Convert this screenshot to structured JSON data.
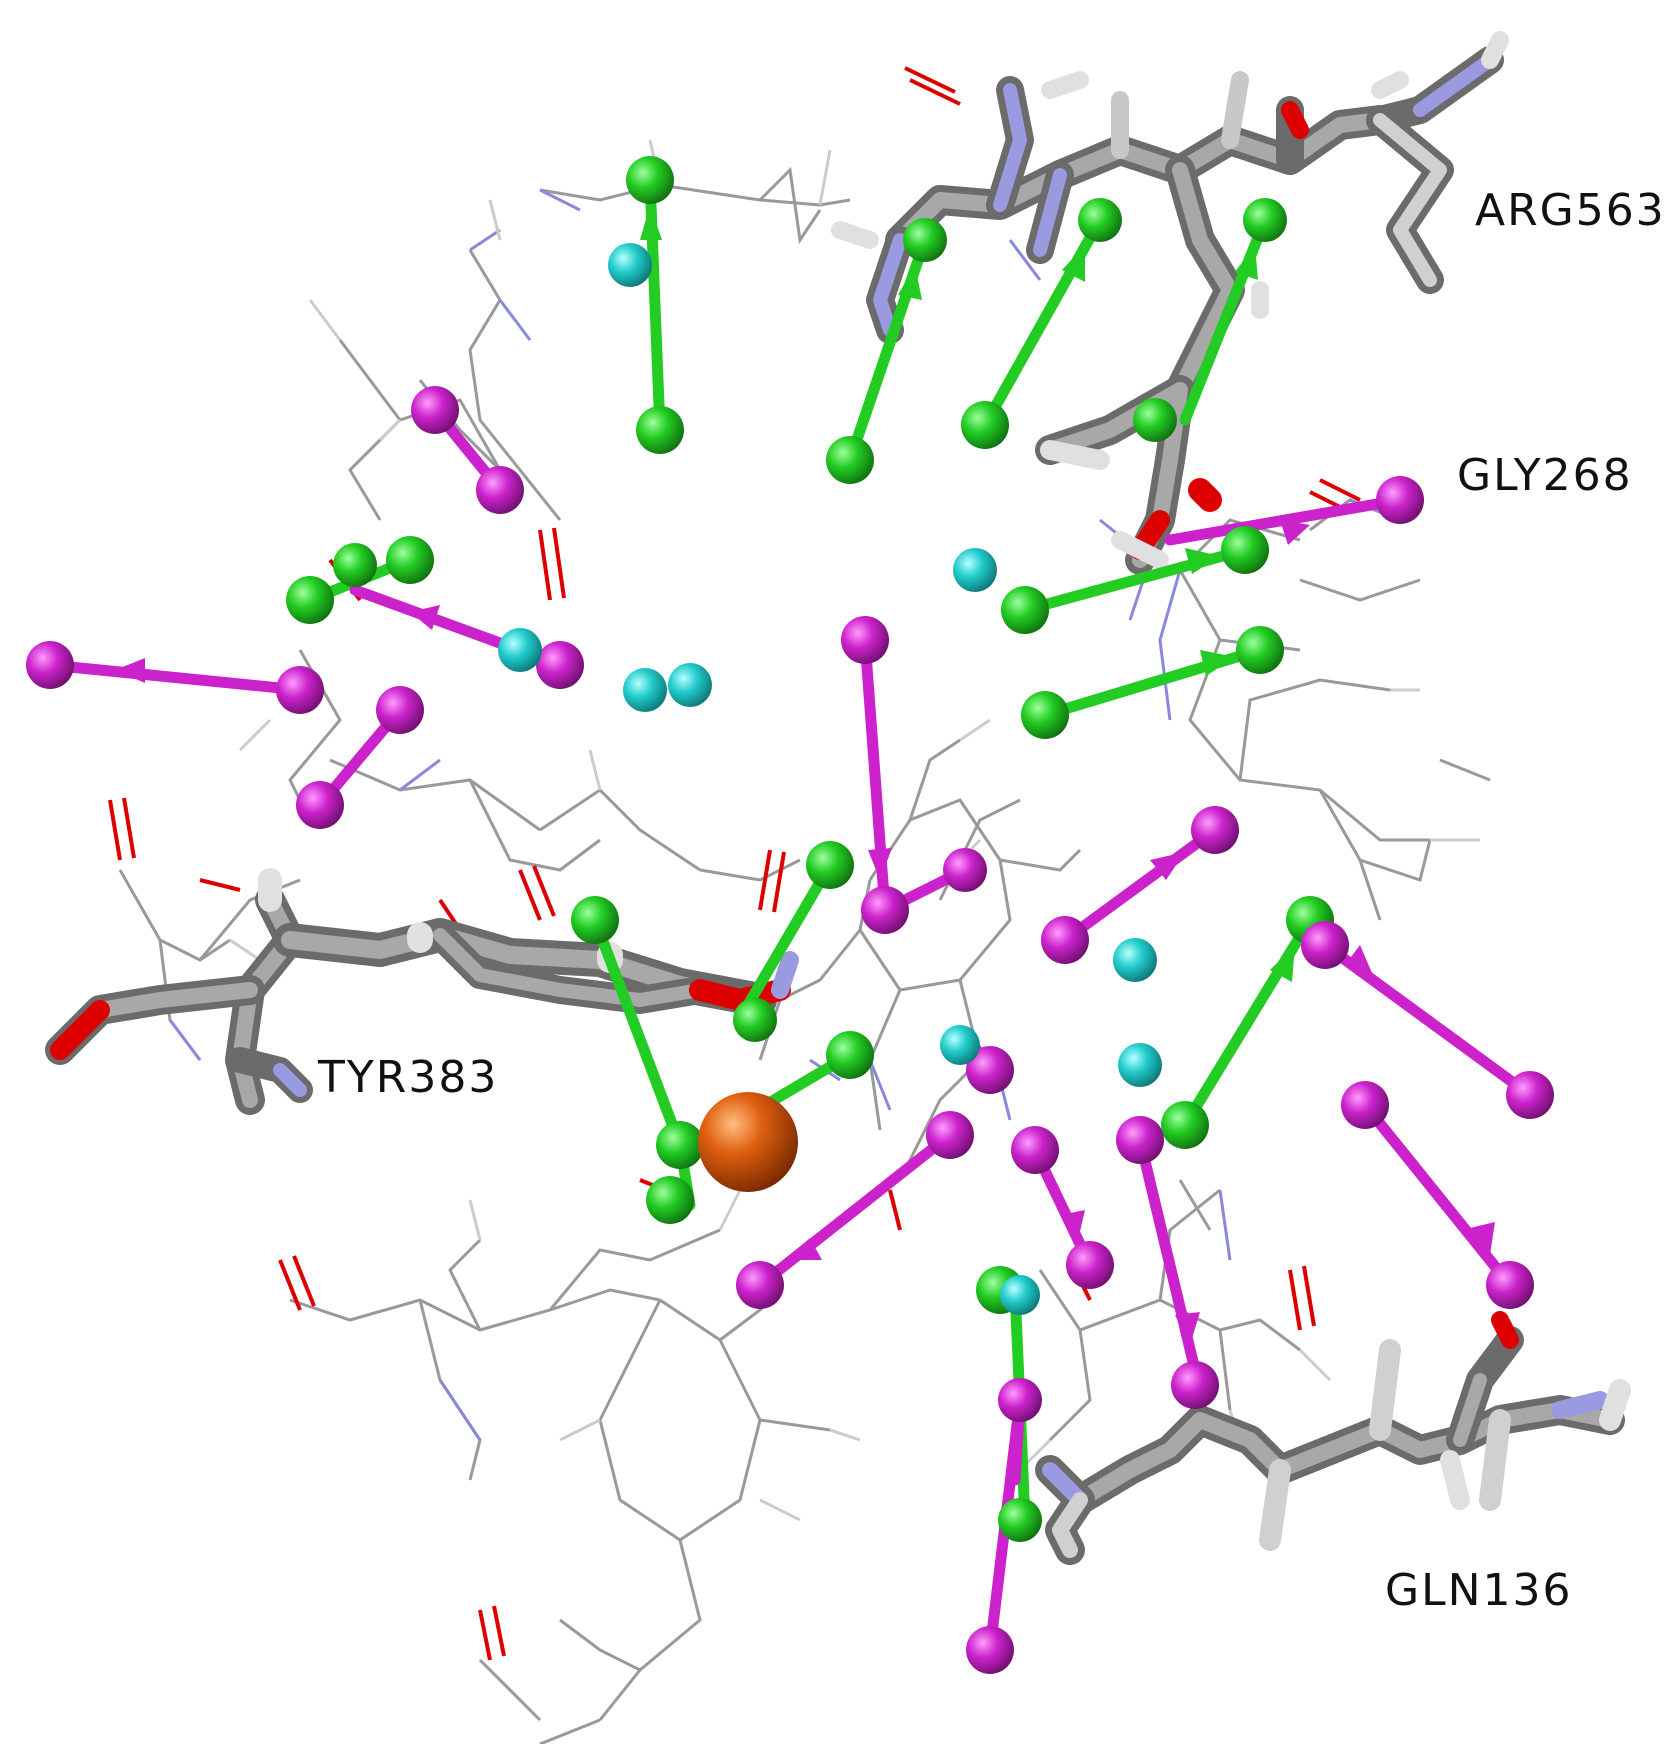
{
  "figure": {
    "residue_labels": {
      "arg563": "ARG563",
      "gly268": "GLY268",
      "tyr383": "TYR383",
      "gln136": "GLN136"
    },
    "colors": {
      "background": "#ffffff",
      "green_feature": "#22cc22",
      "magenta_feature": "#cc22cc",
      "water": "#22cccc",
      "metal_ion": "#e06010",
      "carbon": "#888888",
      "hydrogen": "#e0e0e0",
      "nitrogen": "#8888dd",
      "oxygen": "#dd0000",
      "label_text": "#111111"
    },
    "legend_visible": false
  }
}
